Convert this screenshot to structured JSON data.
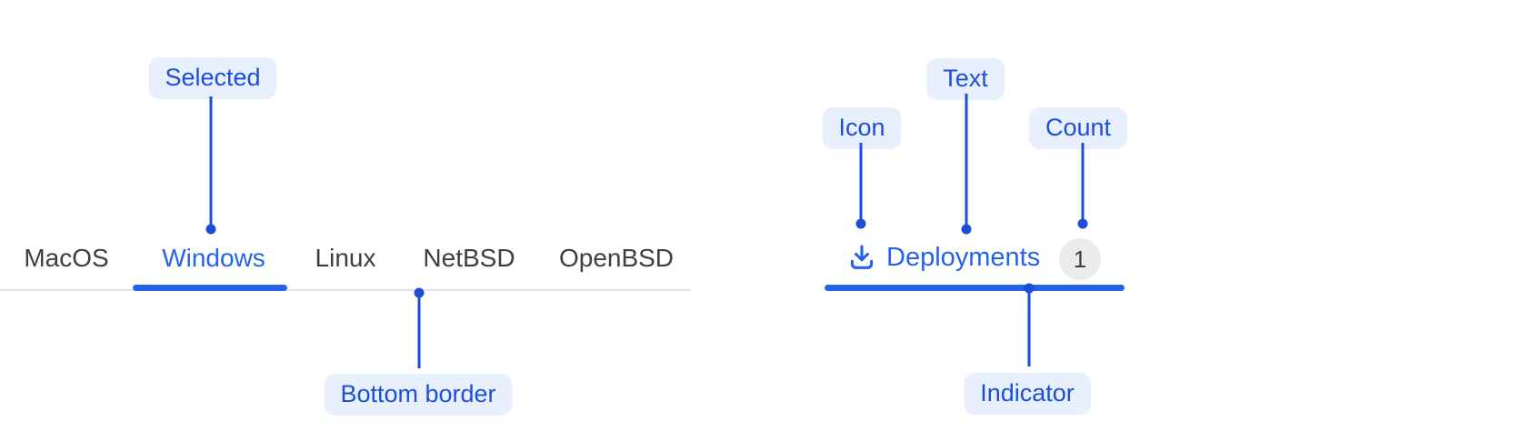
{
  "left_tab_bar": {
    "tabs": [
      {
        "label": "MacOS",
        "selected": false
      },
      {
        "label": "Windows",
        "selected": true
      },
      {
        "label": "Linux",
        "selected": false
      },
      {
        "label": "NetBSD",
        "selected": false
      },
      {
        "label": "OpenBSD",
        "selected": false
      }
    ],
    "selected_tab": "Windows"
  },
  "deployments_tab": {
    "icon": "download-icon",
    "label": "Deployments",
    "count": "1"
  },
  "annotations": {
    "selected": "Selected",
    "bottom_border": "Bottom border",
    "icon": "Icon",
    "text": "Text",
    "count": "Count",
    "indicator": "Indicator"
  },
  "colors": {
    "accent_blue": "#2563eb",
    "annotation_blue": "#1d4ed8",
    "annotation_pill_bg": "#e8f0fe",
    "inactive_tab_text": "#3c4043",
    "tabbar_border": "#e4e4e7",
    "count_badge_bg": "#ebebee",
    "count_badge_text": "#3c4043",
    "background": "#ffffff"
  }
}
